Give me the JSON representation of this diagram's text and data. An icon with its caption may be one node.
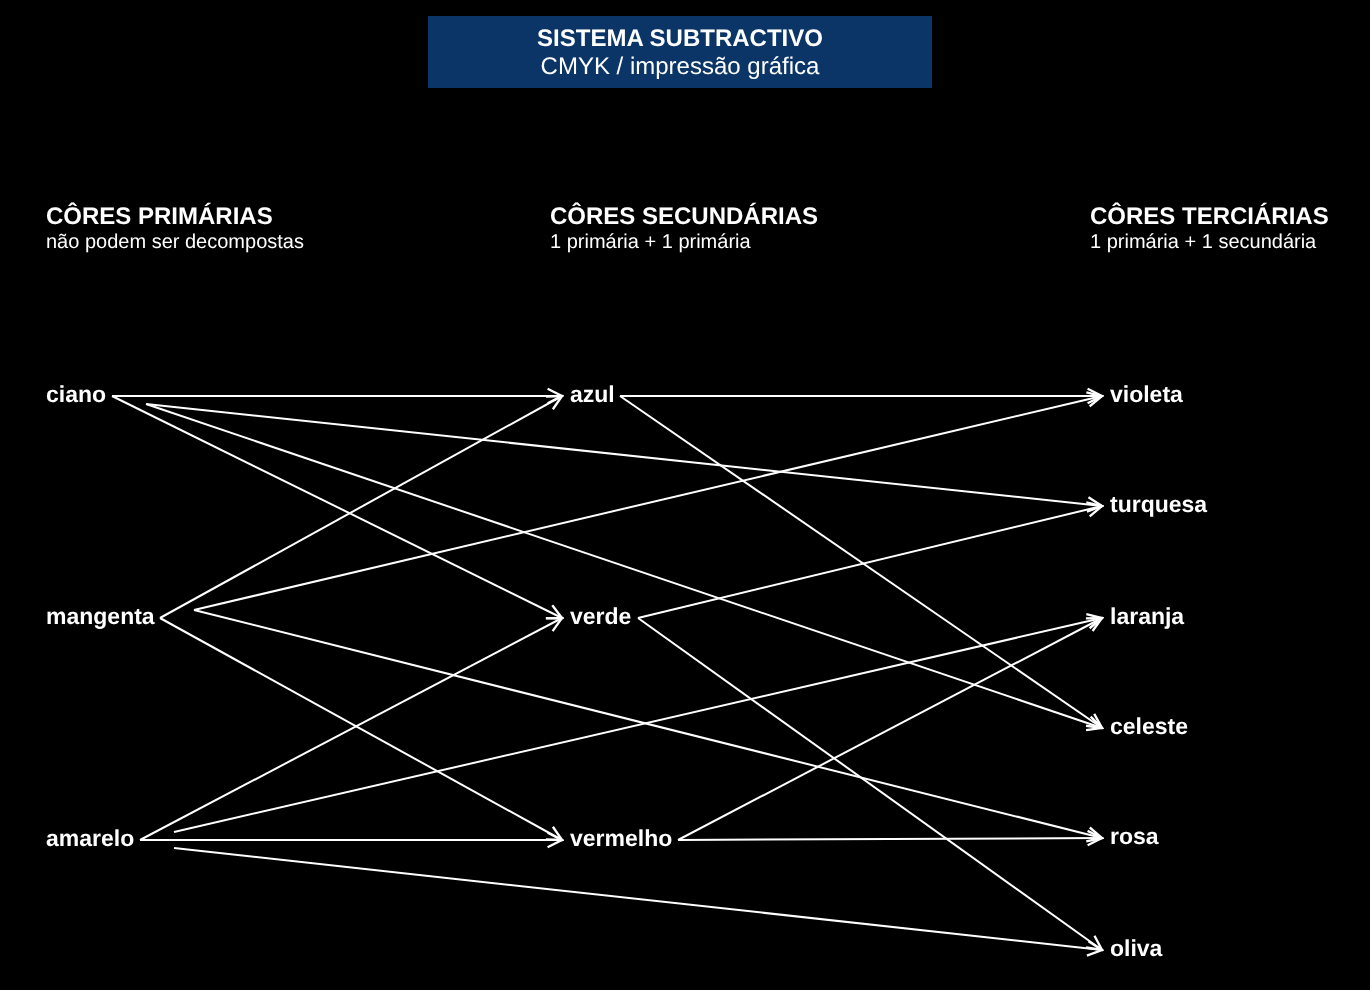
{
  "diagram": {
    "title": "SISTEMA SUBTRACTIVO",
    "nodes": [
      {
        "text": [
          "ciano"
        ]
      },
      {
        "text": [
          "mangenta"
        ]
      },
      {
        "text": [
          "amarelo"
        ]
      },
      {
        "text": [
          "azul"
        ]
      },
      {
        "text": [
          "verde"
        ]
      },
      {
        "text": [
          "vermelho"
        ]
      },
      {
        "text": [
          "violeta"
        ]
      },
      {
        "text": [
          "turquesa"
        ]
      },
      {
        "text": [
          "laranja"
        ]
      },
      {
        "text": [
          "celeste"
        ]
      },
      {
        "text": [
          "rosa"
        ]
      },
      {
        "text": [
          "oliva"
        ]
      }
    ],
    "edges": [
      {
        "from": 0,
        "to": 3,
        "arrow": "to"
      },
      {
        "from": 0,
        "to": 4,
        "arrow": "to"
      },
      {
        "from": 0,
        "to": 7,
        "arrow": "to"
      },
      {
        "from": 0,
        "to": 9,
        "arrow": "to"
      },
      {
        "from": 1,
        "to": 3,
        "arrow": "to"
      },
      {
        "from": 1,
        "to": 6,
        "arrow": "to"
      },
      {
        "from": 1,
        "to": 5,
        "arrow": "to"
      },
      {
        "from": 1,
        "to": 10,
        "arrow": "to"
      },
      {
        "from": 2,
        "to": 4,
        "arrow": "to"
      },
      {
        "from": 2,
        "to": 5,
        "arrow": "to"
      },
      {
        "from": 2,
        "to": 8,
        "arrow": "to"
      },
      {
        "from": 2,
        "to": 11,
        "arrow": "to"
      },
      {
        "from": 3,
        "to": 6,
        "arrow": "to"
      },
      {
        "from": 3,
        "to": 9,
        "arrow": "to"
      },
      {
        "from": 4,
        "to": 7,
        "arrow": "to"
      },
      {
        "from": 4,
        "to": 11,
        "arrow": "to"
      },
      {
        "from": 5,
        "to": 8,
        "arrow": "to"
      },
      {
        "from": 5,
        "to": 10,
        "arrow": "to"
      }
    ],
    "labels": [
      "CMYK / impressão gráfica",
      "CÔRES PRIMÁRIAS",
      "não podem ser decompostas",
      "CÔRES SECUNDÁRIAS",
      "1 primária + 1 primária",
      "CÔRES TERCIÁRIAS",
      "1 primária + 1 secundária"
    ]
  }
}
